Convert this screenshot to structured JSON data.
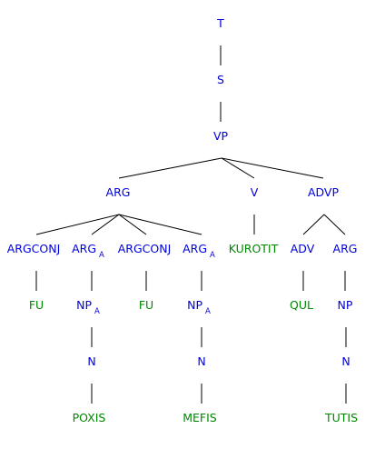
{
  "colors": {
    "category": "#0000dd",
    "terminal": "#008800",
    "edge": "#000000"
  },
  "tree": {
    "nodes": [
      {
        "id": "n_t",
        "label": "T",
        "sub": "",
        "kind": "category"
      },
      {
        "id": "n_s",
        "label": "S",
        "sub": "",
        "kind": "category"
      },
      {
        "id": "n_vp",
        "label": "VP",
        "sub": "",
        "kind": "category"
      },
      {
        "id": "n_arg",
        "label": "ARG",
        "sub": "",
        "kind": "category"
      },
      {
        "id": "n_v",
        "label": "V",
        "sub": "",
        "kind": "category"
      },
      {
        "id": "n_advp",
        "label": "ADVP",
        "sub": "",
        "kind": "category"
      },
      {
        "id": "n_argconj1",
        "label": "ARGCONJ",
        "sub": "",
        "kind": "category"
      },
      {
        "id": "n_arg_a1",
        "label": "ARG",
        "sub": "A",
        "kind": "category"
      },
      {
        "id": "n_argconj2",
        "label": "ARGCONJ",
        "sub": "",
        "kind": "category"
      },
      {
        "id": "n_arg_a2",
        "label": "ARG",
        "sub": "A",
        "kind": "category"
      },
      {
        "id": "n_kurotit",
        "label": "KUROTIT",
        "sub": "",
        "kind": "terminal"
      },
      {
        "id": "n_adv",
        "label": "ADV",
        "sub": "",
        "kind": "category"
      },
      {
        "id": "n_arg3",
        "label": "ARG",
        "sub": "",
        "kind": "category"
      },
      {
        "id": "n_fu1",
        "label": "FU",
        "sub": "",
        "kind": "terminal"
      },
      {
        "id": "n_np_a1",
        "label": "NP",
        "sub": "A",
        "kind": "category"
      },
      {
        "id": "n_fu2",
        "label": "FU",
        "sub": "",
        "kind": "terminal"
      },
      {
        "id": "n_np_a2",
        "label": "NP",
        "sub": "A",
        "kind": "category"
      },
      {
        "id": "n_qul",
        "label": "QUL",
        "sub": "",
        "kind": "terminal"
      },
      {
        "id": "n_np3",
        "label": "NP",
        "sub": "",
        "kind": "category"
      },
      {
        "id": "n_n1",
        "label": "N",
        "sub": "",
        "kind": "category"
      },
      {
        "id": "n_n2",
        "label": "N",
        "sub": "",
        "kind": "category"
      },
      {
        "id": "n_n3",
        "label": "N",
        "sub": "",
        "kind": "category"
      },
      {
        "id": "n_poxis",
        "label": "POXIS",
        "sub": "",
        "kind": "terminal"
      },
      {
        "id": "n_mefis",
        "label": "MEFIS",
        "sub": "",
        "kind": "terminal"
      },
      {
        "id": "n_tutis",
        "label": "TUTIS",
        "sub": "",
        "kind": "terminal"
      }
    ],
    "edges": [
      {
        "from": "n_t",
        "to": "n_s"
      },
      {
        "from": "n_s",
        "to": "n_vp"
      },
      {
        "from": "n_vp",
        "to": "n_arg"
      },
      {
        "from": "n_vp",
        "to": "n_v"
      },
      {
        "from": "n_vp",
        "to": "n_advp"
      },
      {
        "from": "n_arg",
        "to": "n_argconj1"
      },
      {
        "from": "n_arg",
        "to": "n_arg_a1"
      },
      {
        "from": "n_arg",
        "to": "n_argconj2"
      },
      {
        "from": "n_arg",
        "to": "n_arg_a2"
      },
      {
        "from": "n_v",
        "to": "n_kurotit"
      },
      {
        "from": "n_advp",
        "to": "n_adv"
      },
      {
        "from": "n_advp",
        "to": "n_arg3"
      },
      {
        "from": "n_argconj1",
        "to": "n_fu1"
      },
      {
        "from": "n_arg_a1",
        "to": "n_np_a1"
      },
      {
        "from": "n_argconj2",
        "to": "n_fu2"
      },
      {
        "from": "n_arg_a2",
        "to": "n_np_a2"
      },
      {
        "from": "n_adv",
        "to": "n_qul"
      },
      {
        "from": "n_arg3",
        "to": "n_np3"
      },
      {
        "from": "n_np_a1",
        "to": "n_n1"
      },
      {
        "from": "n_np_a2",
        "to": "n_n2"
      },
      {
        "from": "n_np3",
        "to": "n_n3"
      },
      {
        "from": "n_n1",
        "to": "n_poxis"
      },
      {
        "from": "n_n2",
        "to": "n_mefis"
      },
      {
        "from": "n_n3",
        "to": "n_tutis"
      }
    ]
  }
}
